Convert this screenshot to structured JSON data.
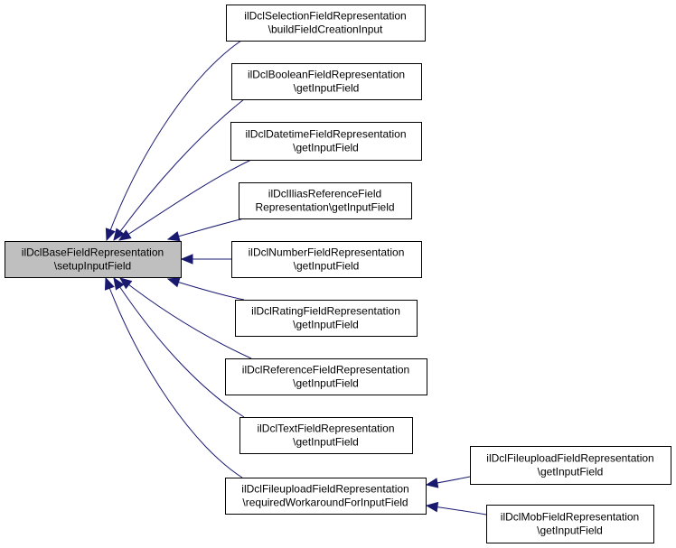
{
  "colors": {
    "edge": "#191970",
    "node_border": "#000000",
    "node_fill": "#ffffff",
    "root_fill": "#bfbfbf"
  },
  "nodes": [
    {
      "id": "root",
      "lines": [
        "ilDclBaseFieldRepresentation",
        "\\setupInputField"
      ]
    },
    {
      "id": "n1",
      "lines": [
        "ilDclSelectionFieldRepresentation",
        "\\buildFieldCreationInput"
      ]
    },
    {
      "id": "n2",
      "lines": [
        "ilDclBooleanFieldRepresentation",
        "\\getInputField"
      ]
    },
    {
      "id": "n3",
      "lines": [
        "ilDclDatetimeFieldRepresentation",
        "\\getInputField"
      ]
    },
    {
      "id": "n4",
      "lines": [
        "ilDclIliasReferenceField",
        "Representation\\getInputField"
      ]
    },
    {
      "id": "n5",
      "lines": [
        "ilDclNumberFieldRepresentation",
        "\\getInputField"
      ]
    },
    {
      "id": "n6",
      "lines": [
        "ilDclRatingFieldRepresentation",
        "\\getInputField"
      ]
    },
    {
      "id": "n7",
      "lines": [
        "ilDclReferenceFieldRepresentation",
        "\\getInputField"
      ]
    },
    {
      "id": "n8",
      "lines": [
        "ilDclTextFieldRepresentation",
        "\\getInputField"
      ]
    },
    {
      "id": "n9",
      "lines": [
        "ilDclFileuploadFieldRepresentation",
        "\\requiredWorkaroundForInputField"
      ]
    },
    {
      "id": "n10",
      "lines": [
        "ilDclFileuploadFieldRepresentation",
        "\\getInputField"
      ]
    },
    {
      "id": "n11",
      "lines": [
        "ilDclMobFieldRepresentation",
        "\\getInputField"
      ]
    }
  ],
  "edges": [
    {
      "from": "n1",
      "to": "root"
    },
    {
      "from": "n2",
      "to": "root"
    },
    {
      "from": "n3",
      "to": "root"
    },
    {
      "from": "n4",
      "to": "root"
    },
    {
      "from": "n5",
      "to": "root"
    },
    {
      "from": "n6",
      "to": "root"
    },
    {
      "from": "n7",
      "to": "root"
    },
    {
      "from": "n8",
      "to": "root"
    },
    {
      "from": "n9",
      "to": "root"
    },
    {
      "from": "n10",
      "to": "n9"
    },
    {
      "from": "n11",
      "to": "n9"
    }
  ]
}
